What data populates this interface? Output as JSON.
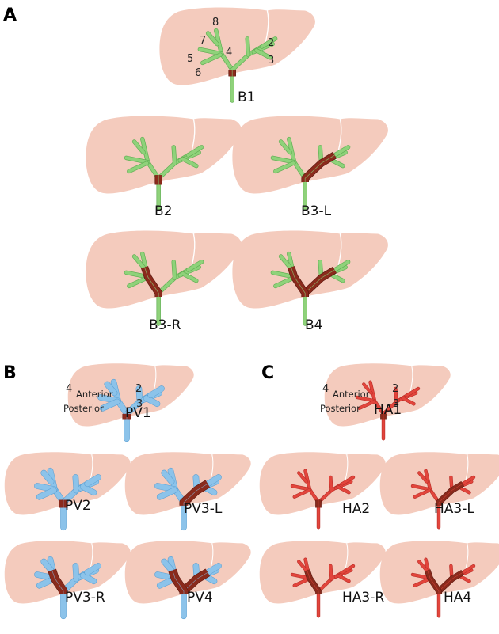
{
  "colors": {
    "liver": "#f4cbbd",
    "fissure": "#ffffff",
    "bile_duct": "#8fd27a",
    "bile_duct_edge": "#5fae52",
    "portal_vein": "#8cc3ea",
    "portal_vein_edge": "#5a9fd2",
    "hepatic_artery": "#e2453c",
    "hepatic_artery_edge": "#b52a24",
    "tumor": "#8a2a1c",
    "tumor_edge": "#5a160e"
  },
  "panels": [
    {
      "letter": "A",
      "system": "bile",
      "figures": [
        {
          "id": "B1",
          "label": "B1",
          "involvement": "confluence",
          "segment_labels": [
            "8",
            "7",
            "5",
            "6",
            "4",
            "2",
            "3"
          ]
        },
        {
          "id": "B2",
          "label": "B2",
          "involvement": "bifurcation"
        },
        {
          "id": "B3-L",
          "label": "B3-L",
          "involvement": "left"
        },
        {
          "id": "B3-R",
          "label": "B3-R",
          "involvement": "right"
        },
        {
          "id": "B4",
          "label": "B4",
          "involvement": "both"
        }
      ]
    },
    {
      "letter": "B",
      "system": "portal",
      "figures": [
        {
          "id": "PV1",
          "label": "PV1",
          "involvement": "trunk",
          "segment_labels": [
            "4",
            "2",
            "3"
          ],
          "direction_labels": [
            "Anterior",
            "Posterior"
          ]
        },
        {
          "id": "PV2",
          "label": "PV2",
          "involvement": "bifurcation"
        },
        {
          "id": "PV3-L",
          "label": "PV3-L",
          "involvement": "left"
        },
        {
          "id": "PV3-R",
          "label": "PV3-R",
          "involvement": "right"
        },
        {
          "id": "PV4",
          "label": "PV4",
          "involvement": "both"
        }
      ]
    },
    {
      "letter": "C",
      "system": "artery",
      "figures": [
        {
          "id": "HA1",
          "label": "HA1",
          "involvement": "trunk",
          "segment_labels": [
            "4",
            "2",
            "3"
          ],
          "direction_labels": [
            "Anterior",
            "Posterior"
          ]
        },
        {
          "id": "HA2",
          "label": "HA2",
          "involvement": "bifurcation"
        },
        {
          "id": "HA3-L",
          "label": "HA3-L",
          "involvement": "left"
        },
        {
          "id": "HA3-R",
          "label": "HA3-R",
          "involvement": "right"
        },
        {
          "id": "HA4",
          "label": "HA4",
          "involvement": "both"
        }
      ]
    }
  ]
}
